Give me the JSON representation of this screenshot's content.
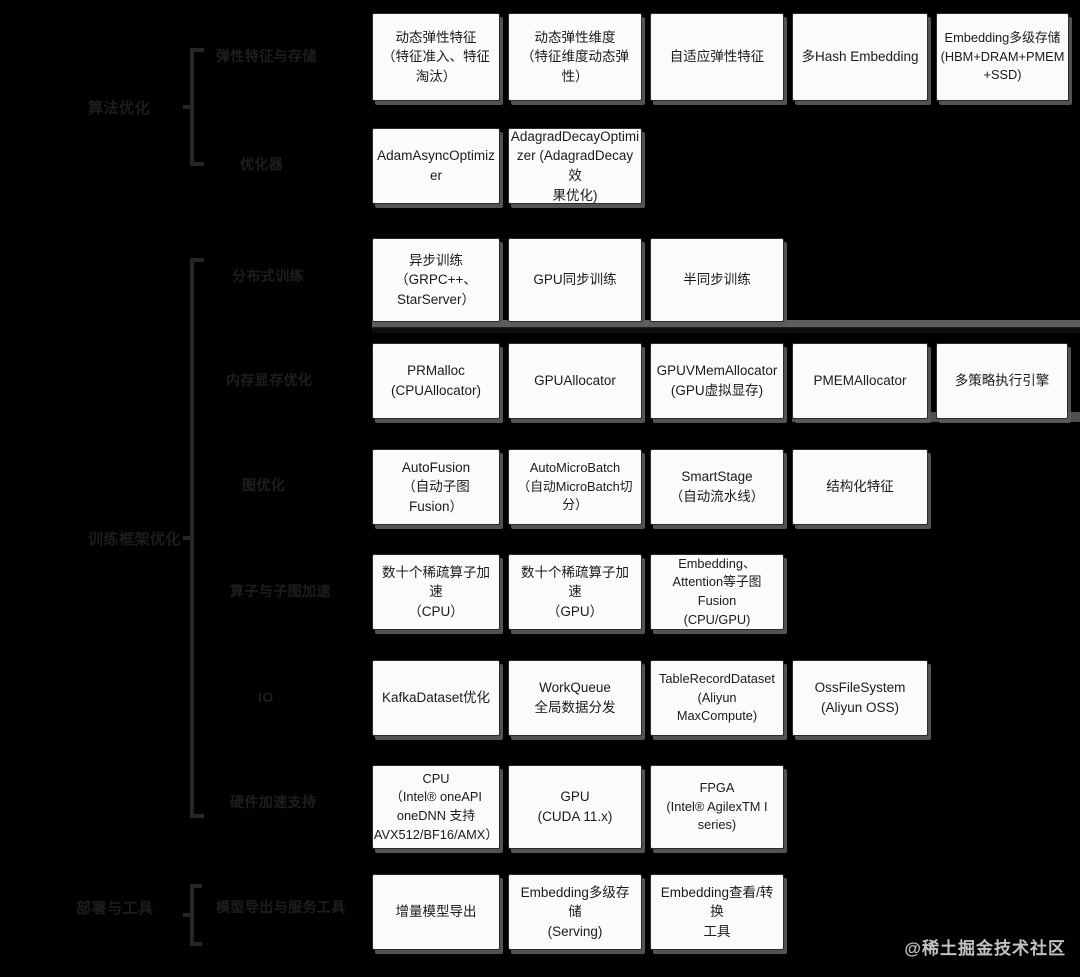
{
  "watermark": "@稀土掘金技术社区",
  "groups": [
    {
      "label": "算法优化",
      "sub": [
        "弹性特征与存储",
        "优化器"
      ]
    },
    {
      "label": "训练框架优化",
      "sub": [
        "分布式训练",
        "内存显存优化",
        "图优化",
        "算子与子图加速",
        "IO",
        "硬件加速支持"
      ]
    },
    {
      "label": "部署与工具",
      "sub": [
        "模型导出与服务工具"
      ]
    }
  ],
  "rows": [
    {
      "name": "elastic-feature-row",
      "boxes": [
        "动态弹性特征\n（特征准入、特征淘汰）",
        "动态弹性维度\n（特征维度动态弹性）",
        "自适应弹性特征",
        "多Hash Embedding",
        "Embedding多级存储\n(HBM+DRAM+PMEM\n+SSD)"
      ]
    },
    {
      "name": "optimizer-row",
      "boxes": [
        "AdamAsyncOptimiz\ner",
        "AdagradDecayOptimi\nzer (AdagradDecay效\n果优化)"
      ]
    },
    {
      "name": "distributed-training-row",
      "boxes": [
        "异步训练\n（GRPC++、\nStarServer）",
        "GPU同步训练",
        "半同步训练"
      ]
    },
    {
      "name": "memory-allocator-row",
      "boxes": [
        "PRMalloc\n(CPUAllocator)",
        "GPUAllocator",
        "GPUVMemAllocator\n(GPU虚拟显存)",
        "PMEMAllocator",
        "多策略执行引擎"
      ]
    },
    {
      "name": "graph-optimization-row",
      "boxes": [
        "AutoFusion\n（自动子图Fusion）",
        "AutoMicroBatch\n（自动MicroBatch切分）",
        "SmartStage\n（自动流水线）",
        "结构化特征"
      ]
    },
    {
      "name": "operator-acceleration-row",
      "boxes": [
        "数十个稀疏算子加速\n（CPU）",
        "数十个稀疏算子加速\n（GPU）",
        "Embedding、\nAttention等子图\nFusion\n(CPU/GPU)"
      ]
    },
    {
      "name": "io-row",
      "boxes": [
        "KafkaDataset优化",
        "WorkQueue\n全局数据分发",
        "TableRecordDataset\n(Aliyun MaxCompute)",
        "OssFileSystem\n(Aliyun OSS)"
      ]
    },
    {
      "name": "hardware-row",
      "boxes": [
        "CPU\n（Intel® oneAPI\noneDNN 支持\nAVX512/BF16/AMX）",
        "GPU\n(CUDA 11.x)",
        "FPGA\n(Intel® AgilexTM I\nseries)"
      ]
    },
    {
      "name": "deploy-tools-row",
      "boxes": [
        "增量模型导出",
        "Embedding多级存储\n(Serving)",
        "Embedding查看/转换\n工具"
      ]
    }
  ]
}
